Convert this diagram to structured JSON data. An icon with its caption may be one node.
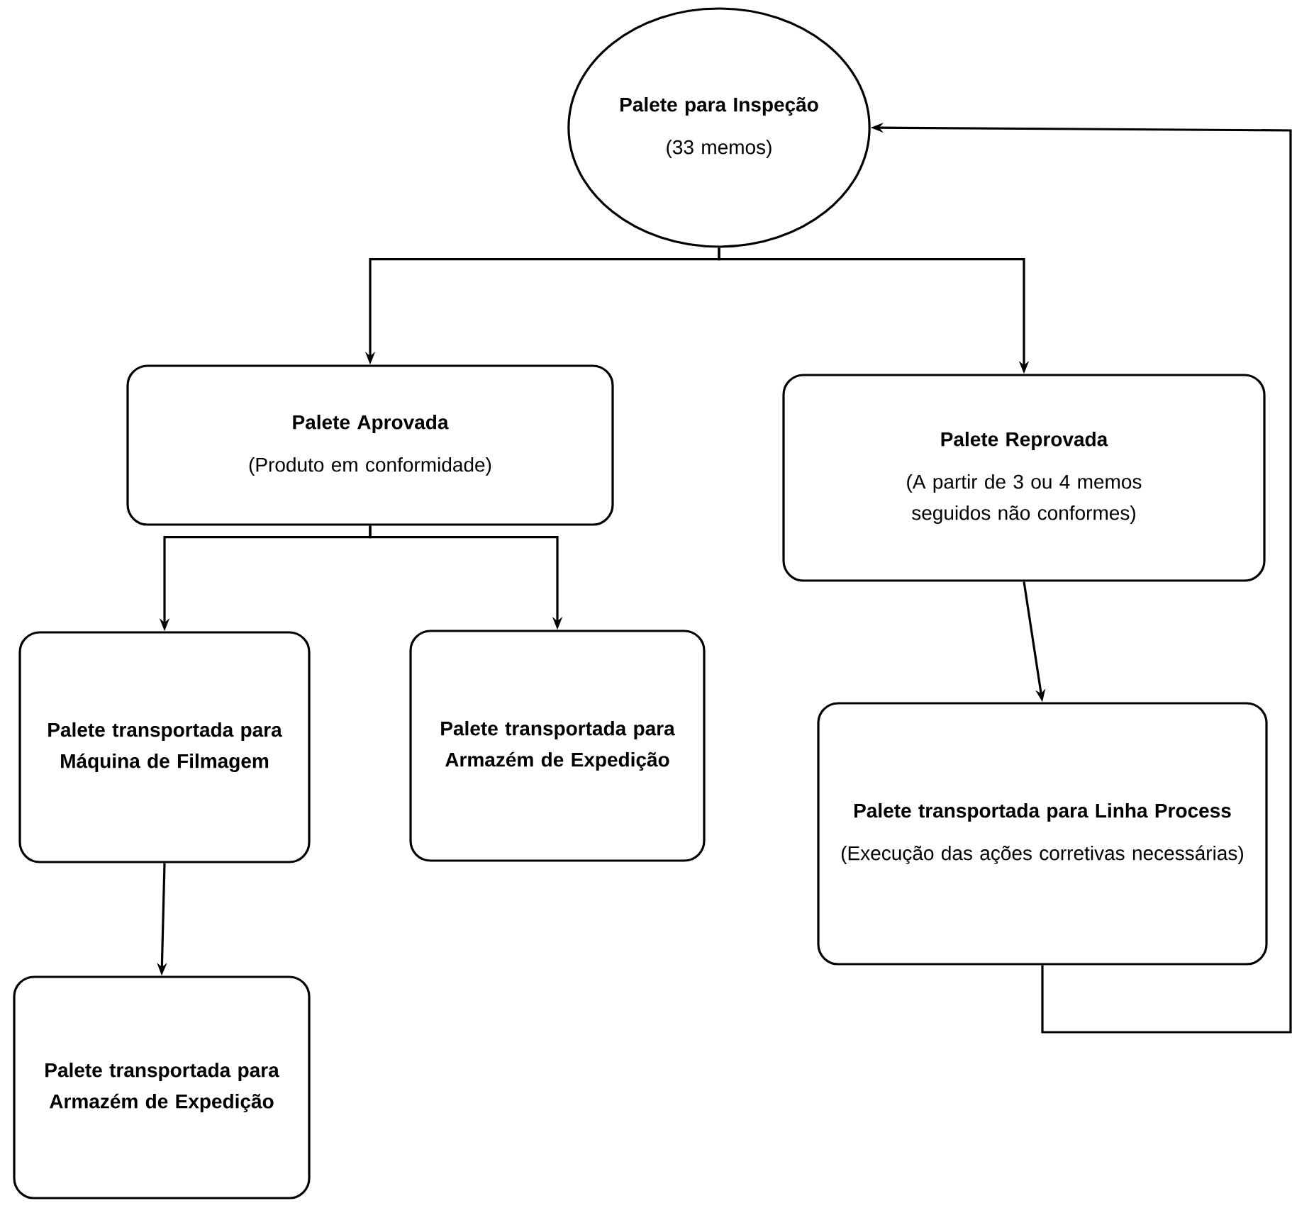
{
  "diagram": {
    "nodes": [
      {
        "text": [
          "Palete para Inspeção",
          "(33 memos)"
        ]
      },
      {
        "text": [
          "Palete Aprovada",
          "(Produto em conformidade)"
        ]
      },
      {
        "text": [
          "Palete Reprovada",
          "(A partir de 3 ou 4 memos seguidos não conformes)"
        ]
      },
      {
        "text": [
          "Palete transportada para Máquina de Filmagem"
        ]
      },
      {
        "text": [
          "Palete transportada para Armazém de Expedição"
        ]
      },
      {
        "text": [
          "Palete transportada para Armazém de Expedição"
        ]
      },
      {
        "text": [
          "Palete transportada para Linha Process",
          "(Execução das ações corretivas necessárias)"
        ]
      }
    ],
    "edges": [
      {
        "from": 0,
        "to": 1,
        "arrow": "to"
      },
      {
        "from": 0,
        "to": 2,
        "arrow": "to"
      },
      {
        "from": 1,
        "to": 3,
        "arrow": "to"
      },
      {
        "from": 1,
        "to": 4,
        "arrow": "to"
      },
      {
        "from": 3,
        "to": 5,
        "arrow": "to"
      },
      {
        "from": 2,
        "to": 6,
        "arrow": "to"
      },
      {
        "from": 6,
        "to": 0,
        "arrow": "to"
      }
    ]
  }
}
